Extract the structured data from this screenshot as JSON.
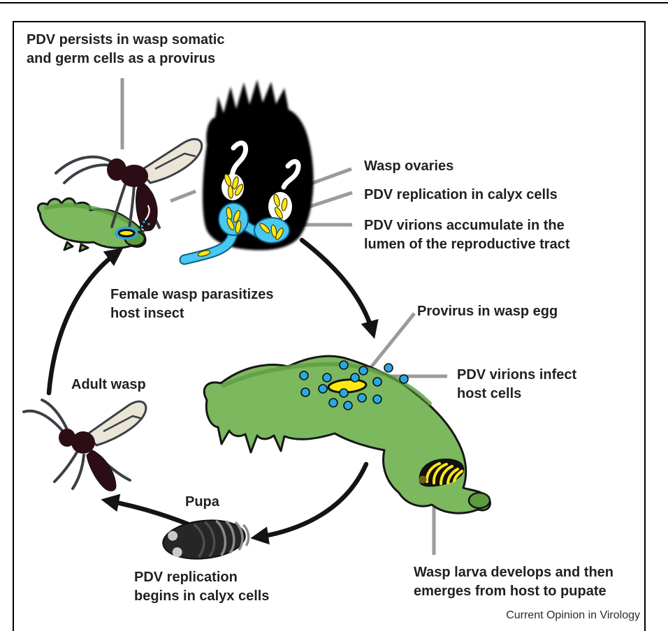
{
  "figure": {
    "journal_caption": "Current Opinion in Virology"
  },
  "labels": {
    "pdv_persists": {
      "line1": "PDV persists in wasp somatic",
      "line2": "and germ cells as a provirus"
    },
    "wasp_ovaries": "Wasp ovaries",
    "pdv_replication_calyx": "PDV replication in calyx cells",
    "pdv_virions_accumulate": {
      "line1": "PDV virions accumulate in the",
      "line2": "lumen of the reproductive tract"
    },
    "female_parasitizes": {
      "line1": "Female wasp parasitizes",
      "line2": "host insect"
    },
    "provirus_egg": "Provirus in wasp egg",
    "pdv_virions_infect": {
      "line1": "PDV virions infect",
      "line2": "host cells"
    },
    "adult_wasp": "Adult wasp",
    "pupa": "Pupa",
    "pdv_replication_begins": {
      "line1": "PDV replication",
      "line2": "begins in calyx cells"
    },
    "wasp_larva": {
      "line1": "Wasp larva develops and then",
      "line2": "emerges from host to pupate"
    }
  },
  "colors": {
    "text": "#231f20",
    "callout_gray": "#9b9b9b",
    "arrow_black": "#141414",
    "caterpillar_green": "#7cb85e",
    "caterpillar_dark_green": "#5d9c41",
    "egg_yellow": "#ffe812",
    "virion_blue": "#29a8e0",
    "wasp_body": "#2d0d15",
    "wasp_wing": "#eae5d6",
    "wasp_leg": "#3a4045",
    "pupa_dark": "#262626",
    "calyx_cyan": "#49c9f2",
    "blowup_black": "#000000"
  }
}
